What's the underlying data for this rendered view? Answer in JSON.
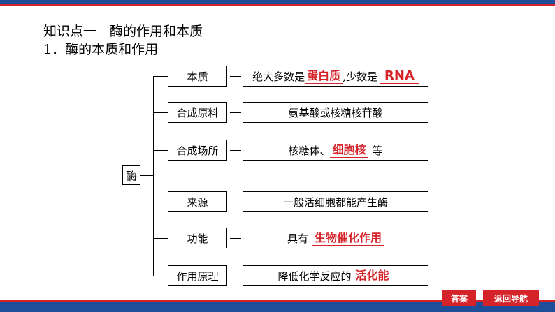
{
  "header": {
    "title": "知识点一　酶的作用和本质",
    "subtitle": "1．酶的本质和作用"
  },
  "diagram": {
    "root": "酶",
    "rows": [
      {
        "label": "本质",
        "prefix": "绝大多数是",
        "answer": "蛋白质",
        "middle": ",少数是",
        "answer2": "RNA",
        "suffix": ""
      },
      {
        "label": "合成原料",
        "prefix": "氨基酸或核糖核苷酸",
        "answer": "",
        "middle": "",
        "answer2": "",
        "suffix": ""
      },
      {
        "label": "合成场所",
        "prefix": "核糖体、",
        "answer": "细胞核",
        "middle": "",
        "answer2": "",
        "suffix": "等"
      },
      {
        "label": "来源",
        "prefix": "一般活细胞都能产生酶",
        "answer": "",
        "middle": "",
        "answer2": "",
        "suffix": ""
      },
      {
        "label": "功能",
        "prefix": "具有",
        "answer": "生物催化作用",
        "middle": "",
        "answer2": "",
        "suffix": ""
      },
      {
        "label": "作用原理",
        "prefix": "降低化学反应的",
        "answer": "活化能",
        "middle": "",
        "answer2": "",
        "suffix": ""
      }
    ]
  },
  "buttons": {
    "answer": "答案",
    "nav": "返回导航"
  },
  "colors": {
    "accent_blue": "#1e4e9a",
    "accent_red": "#d5232a"
  }
}
